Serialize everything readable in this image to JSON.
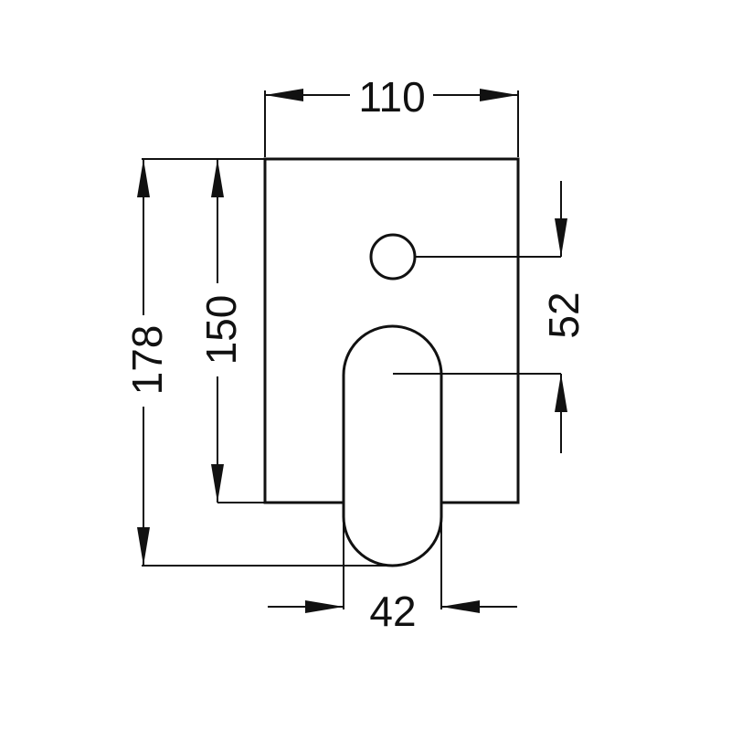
{
  "dimensions": {
    "width_top": "110",
    "height_plate": "150",
    "height_total": "178",
    "spacing_right": "52",
    "handle_width": "42"
  },
  "colors": {
    "ink": "#111111",
    "background": "#ffffff"
  }
}
